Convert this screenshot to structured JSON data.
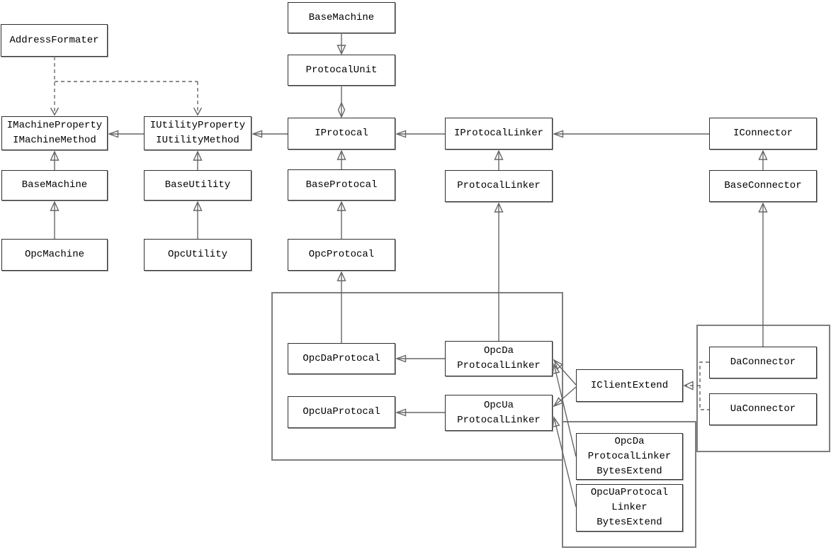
{
  "diagram_type": "uml-class-diagram",
  "colors": {
    "background": "#ffffff",
    "box_fill": "#ffffff",
    "box_border": "#2f2f2f",
    "group_border": "#7e7e7e",
    "line": "#666666",
    "arrow_fill": "#111111",
    "text": "#000000"
  },
  "nodes": {
    "baseMachineTop": {
      "label": "BaseMachine"
    },
    "protocalUnit": {
      "label": "ProtocalUnit"
    },
    "iProtocal": {
      "label": "IProtocal"
    },
    "iProtocalLinker": {
      "label": "IProtocalLinker"
    },
    "iConnector": {
      "label": "IConnector"
    },
    "addressFormater": {
      "label": "AddressFormater"
    },
    "iMachine": {
      "label": "IMachineProperty\nIMachineMethod"
    },
    "iUtility": {
      "label": "IUtilityProperty\nIUtilityMethod"
    },
    "baseMachine": {
      "label": "BaseMachine"
    },
    "opcMachine": {
      "label": "OpcMachine"
    },
    "baseUtility": {
      "label": "BaseUtility"
    },
    "opcUtility": {
      "label": "OpcUtility"
    },
    "baseProtocal": {
      "label": "BaseProtocal"
    },
    "opcProtocal": {
      "label": "OpcProtocal"
    },
    "protocalLinker": {
      "label": "ProtocalLinker"
    },
    "baseConnector": {
      "label": "BaseConnector"
    },
    "opcDaProtocal": {
      "label": "OpcDaProtocal"
    },
    "opcUaProtocal": {
      "label": "OpcUaProtocal"
    },
    "opcDaProtocalLinker": {
      "label": "OpcDa\nProtocalLinker"
    },
    "opcUaProtocalLinker": {
      "label": "OpcUa\nProtocalLinker"
    },
    "iClientExtend": {
      "label": "IClientExtend"
    },
    "daConnector": {
      "label": "DaConnector"
    },
    "uaConnector": {
      "label": "UaConnector"
    },
    "opcDaProtocalLinkerBytesExtend": {
      "label": "OpcDa\nProtocalLinker\nBytesExtend"
    },
    "opcUaProtocalLinkerBytesExtend": {
      "label": "OpcUaProtocal\nLinker\nBytesExtend"
    }
  },
  "relations": [
    {
      "from": "BaseMachine(top)",
      "to": "ProtocalUnit",
      "type": "triangle-arrow-down"
    },
    {
      "from": "ProtocalUnit",
      "to": "IProtocal",
      "type": "aggregation-diamond"
    },
    {
      "from": "IProtocalLinker",
      "to": "IProtocal",
      "type": "directed-association"
    },
    {
      "from": "IProtocal",
      "to": "IUtilityProperty/IUtilityMethod",
      "type": "directed-association"
    },
    {
      "from": "IUtilityProperty/IUtilityMethod",
      "to": "IMachineProperty/IMachineMethod",
      "type": "directed-association"
    },
    {
      "from": "IConnector",
      "to": "IProtocalLinker",
      "type": "directed-association"
    },
    {
      "from": "AddressFormater",
      "to": "IMachineProperty/IMachineMethod",
      "type": "dashed-dependency"
    },
    {
      "from": "AddressFormater",
      "to": "IUtilityProperty/IUtilityMethod",
      "type": "dashed-dependency"
    },
    {
      "from": "BaseMachine",
      "to": "IMachineProperty/IMachineMethod",
      "type": "inheritance"
    },
    {
      "from": "OpcMachine",
      "to": "BaseMachine",
      "type": "inheritance"
    },
    {
      "from": "BaseUtility",
      "to": "IUtilityProperty/IUtilityMethod",
      "type": "inheritance"
    },
    {
      "from": "OpcUtility",
      "to": "BaseUtility",
      "type": "inheritance"
    },
    {
      "from": "BaseProtocal",
      "to": "IProtocal",
      "type": "inheritance"
    },
    {
      "from": "OpcProtocal",
      "to": "BaseProtocal",
      "type": "inheritance"
    },
    {
      "from": "OpcDaProtocal",
      "to": "OpcProtocal",
      "type": "inheritance"
    },
    {
      "from": "ProtocalLinker",
      "to": "IProtocalLinker",
      "type": "inheritance"
    },
    {
      "from": "OpcDaProtocalLinker",
      "to": "ProtocalLinker",
      "type": "inheritance"
    },
    {
      "from": "BaseConnector",
      "to": "IConnector",
      "type": "inheritance"
    },
    {
      "from": "DaConnector",
      "to": "BaseConnector",
      "type": "inheritance"
    },
    {
      "from": "OpcDaProtocalLinker",
      "to": "OpcDaProtocal",
      "type": "directed-association"
    },
    {
      "from": "OpcUaProtocalLinker",
      "to": "OpcUaProtocal",
      "type": "directed-association"
    },
    {
      "from": "IClientExtend",
      "to": "OpcDaProtocalLinker",
      "type": "directed-association"
    },
    {
      "from": "IClientExtend",
      "to": "OpcUaProtocalLinker",
      "type": "directed-association"
    },
    {
      "from": "OpcDaProtocalLinkerBytesExtend",
      "to": "OpcDaProtocalLinker",
      "type": "directed-association"
    },
    {
      "from": "OpcUaProtocalLinkerBytesExtend",
      "to": "OpcUaProtocalLinker",
      "type": "directed-association"
    },
    {
      "from": "DaConnector",
      "to": "IClientExtend",
      "type": "dashed-realization"
    },
    {
      "from": "UaConnector",
      "to": "IClientExtend",
      "type": "dashed-realization"
    }
  ]
}
